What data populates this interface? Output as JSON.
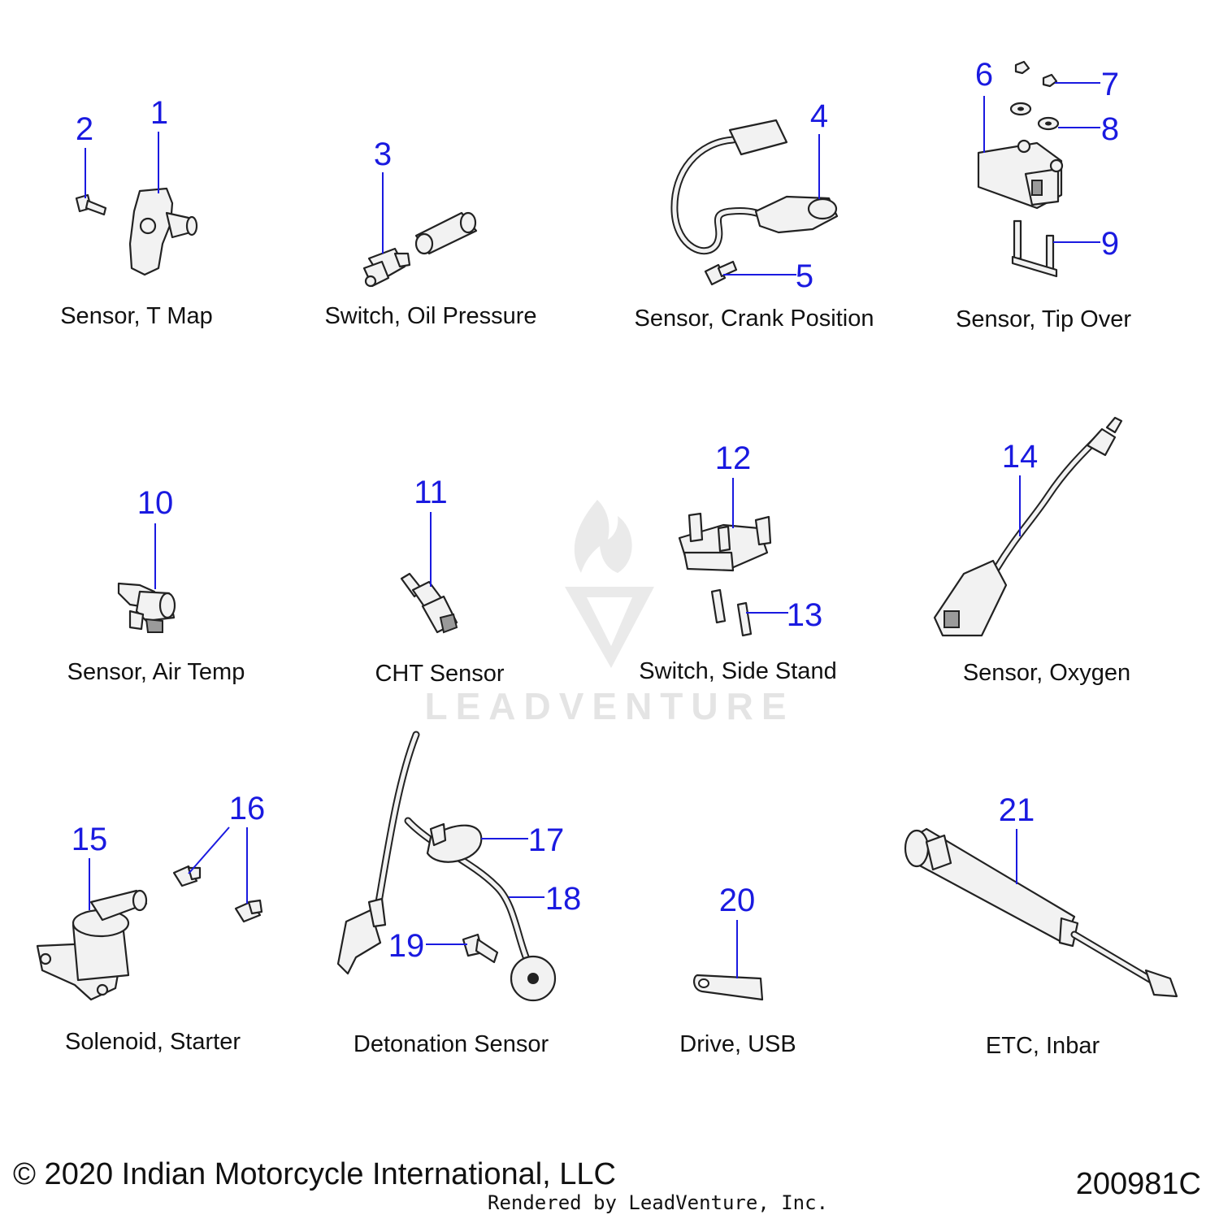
{
  "watermark": {
    "brand_text": "LEADVENTURE"
  },
  "groups": [
    {
      "id": "t-map",
      "caption": "Sensor, T Map",
      "callouts": [
        "1",
        "2"
      ]
    },
    {
      "id": "oil-pressure",
      "caption": "Switch, Oil Pressure",
      "callouts": [
        "3"
      ]
    },
    {
      "id": "crank-position",
      "caption": "Sensor, Crank Position",
      "callouts": [
        "4",
        "5"
      ]
    },
    {
      "id": "tip-over",
      "caption": "Sensor, Tip Over",
      "callouts": [
        "6",
        "7",
        "8",
        "9"
      ]
    },
    {
      "id": "air-temp",
      "caption": "Sensor, Air Temp",
      "callouts": [
        "10"
      ]
    },
    {
      "id": "cht",
      "caption": "CHT Sensor",
      "callouts": [
        "11"
      ]
    },
    {
      "id": "side-stand",
      "caption": "Switch, Side Stand",
      "callouts": [
        "12",
        "13"
      ]
    },
    {
      "id": "oxygen",
      "caption": "Sensor, Oxygen",
      "callouts": [
        "14"
      ]
    },
    {
      "id": "starter-solenoid",
      "caption": "Solenoid, Starter",
      "callouts": [
        "15",
        "16"
      ]
    },
    {
      "id": "detonation",
      "caption": "Detonation Sensor",
      "callouts": [
        "17",
        "18",
        "19"
      ]
    },
    {
      "id": "usb-drive",
      "caption": "Drive, USB",
      "callouts": [
        "20"
      ]
    },
    {
      "id": "etc-inbar",
      "caption": "ETC, Inbar",
      "callouts": [
        "21"
      ]
    }
  ],
  "footer": {
    "copyright": "© 2020 Indian Motorcycle International, LLC",
    "rendered_by": "Rendered by LeadVenture, Inc.",
    "diagram_code": "200981C"
  },
  "colors": {
    "callout": "#1a1ae0",
    "text": "#111111"
  }
}
